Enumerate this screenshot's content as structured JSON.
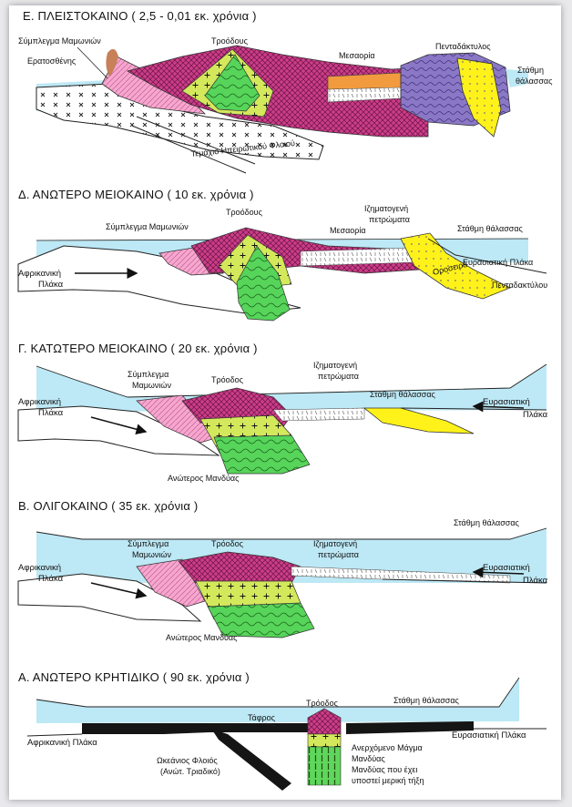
{
  "colors": {
    "sea": "#bde8f5",
    "pink": "#f7a6d0",
    "magenta": "#cc3d8a",
    "darkMagenta": "#9a2060",
    "green": "#57d45a",
    "lime": "#d4e85c",
    "yellow": "#fff21a",
    "purple": "#8a78c6",
    "orange": "#f29a3e",
    "black": "#151515"
  },
  "panels": {
    "e": {
      "title": "Ε. ΠΛΕΙΣΤΟΚΑΙΝΟ ( 2,5 - 0,01 εκ. χρόνια )",
      "labels": {
        "mamonia": "Σύμπλεγμα Μαμωνιών",
        "eratosthenes": "Ερατοσθένης",
        "troodos": "Τροόδους",
        "mesaoria": "Μεσαορία",
        "pentadaktylos": "Πενταδάκτυλος",
        "sea_level_1": "Στάθμη",
        "sea_level_2": "θάλασσας",
        "continental_fragment": "Τεμάχιο Ηπειρωτικού Φλοιού"
      }
    },
    "d": {
      "title": "Δ. ΑΝΩΤΕΡΟ ΜΕΙΟΚΑΙΝΟ ( 10 εκ. χρόνια )",
      "labels": {
        "troodos": "Τροόδους",
        "sediments_1": "Ιζηματογενή",
        "sediments_2": "πετρώματα",
        "mamonia": "Σύμπλεγμα Μαμωνιών",
        "mesaoria": "Μεσαορία",
        "sea_level": "Στάθμη θάλασσας",
        "african_1": "Αφρικανική",
        "african_2": "Πλάκα",
        "eurasian": "Ευρασιατική Πλάκα",
        "range_1": "Οροσειρά",
        "range_2": "Πενταδακτύλου"
      }
    },
    "c": {
      "title": "Γ. ΚΑΤΩΤΕΡΟ ΜΕΙΟΚΑΙΝΟ ( 20 εκ. χρόνια )",
      "labels": {
        "mamonia_1": "Σύμπλεγμα",
        "mamonia_2": "Μαμωνιών",
        "troodos": "Τρόοδος",
        "sediments_1": "Ιζηματογενή",
        "sediments_2": "πετρώματα",
        "sea_level": "Στάθμη θάλασσας",
        "african_1": "Αφρικανική",
        "african_2": "Πλάκα",
        "eurasian_1": "Ευρασιατική",
        "eurasian_2": "Πλάκα",
        "mantle": "Ανώτερος Μανδύας"
      }
    },
    "b": {
      "title": "Β. ΟΛΙΓΟΚΑΙΝΟ ( 35 εκ. χρόνια )",
      "labels": {
        "sea_level": "Στάθμη θάλασσας",
        "mamonia_1": "Σύμπλεγμα",
        "mamonia_2": "Μαμωνιών",
        "troodos": "Τρόοδος",
        "sediments_1": "Ιζηματογενή",
        "sediments_2": "πετρώματα",
        "african_1": "Αφρικανική",
        "african_2": "Πλάκα",
        "eurasian_1": "Ευρασιατική",
        "eurasian_2": "Πλάκα",
        "mantle": "Ανώτερος Μανδύας"
      }
    },
    "a": {
      "title": "Α. ΑΝΩΤΕΡΟ ΚΡΗΤΙΔΙΚΟ ( 90 εκ. χρόνια )",
      "labels": {
        "sea_level": "Στάθμη θάλασσας",
        "trench": "Τάφρος",
        "troodos": "Τρόοδος",
        "african": "Αφρικανική Πλάκα",
        "eurasian": "Ευρασιατική Πλάκα",
        "oceanic_1": "Ωκεάνιος Φλοιός",
        "oceanic_2": "(Ανώτ. Τριαδικό)",
        "magma": "Ανερχόμενο Μάγμα",
        "mantle": "Μανδύας",
        "partial_1": "Μανδύας που έχει",
        "partial_2": "υποστεί μερική τήξη"
      }
    }
  }
}
